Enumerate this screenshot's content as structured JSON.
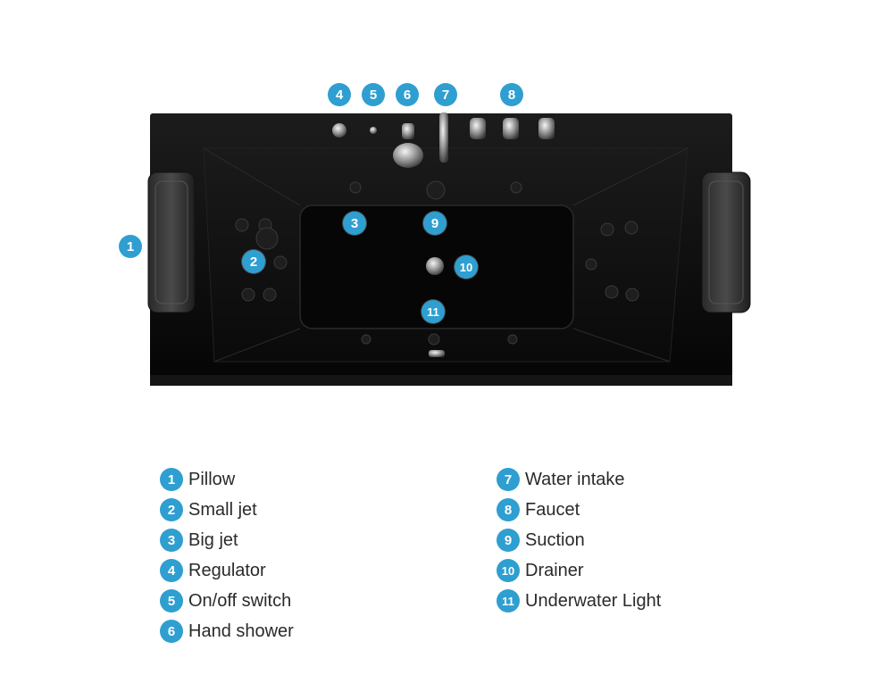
{
  "colors": {
    "accent": "#2e9fd0",
    "tub": "#0b0b0b"
  },
  "markers": [
    {
      "num": "1"
    },
    {
      "num": "2"
    },
    {
      "num": "3"
    },
    {
      "num": "4"
    },
    {
      "num": "5"
    },
    {
      "num": "6"
    },
    {
      "num": "7"
    },
    {
      "num": "8"
    },
    {
      "num": "9"
    },
    {
      "num": "10"
    },
    {
      "num": "11"
    }
  ],
  "legend": {
    "left": [
      {
        "num": "1",
        "label": "Pillow"
      },
      {
        "num": "2",
        "label": "Small jet"
      },
      {
        "num": "3",
        "label": "Big jet"
      },
      {
        "num": "4",
        "label": "Regulator"
      },
      {
        "num": "5",
        "label": "On/off switch"
      },
      {
        "num": "6",
        "label": "Hand shower"
      }
    ],
    "right": [
      {
        "num": "7",
        "label": "Water intake"
      },
      {
        "num": "8",
        "label": "Faucet"
      },
      {
        "num": "9",
        "label": "Suction"
      },
      {
        "num": "10",
        "label": "Drainer"
      },
      {
        "num": "11",
        "label": "Underwater Light"
      }
    ]
  }
}
